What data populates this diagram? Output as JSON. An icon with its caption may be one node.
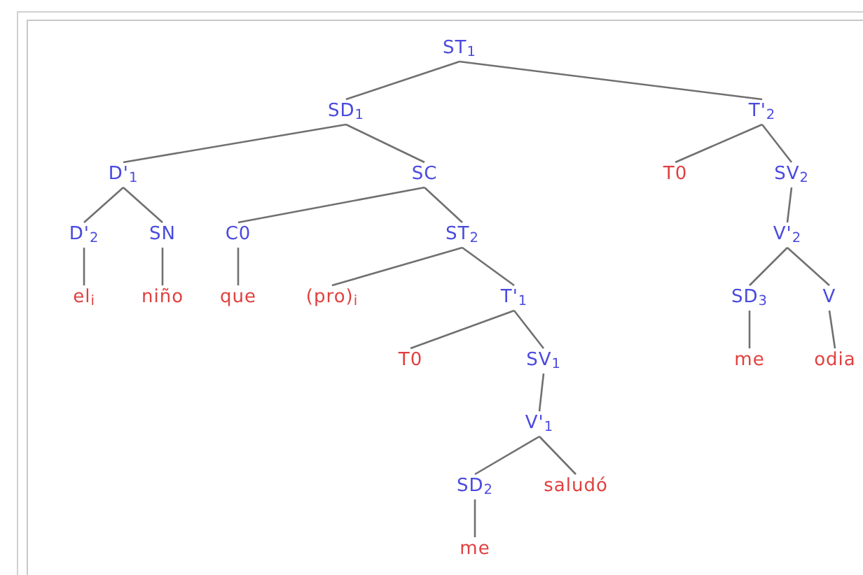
{
  "diagram": {
    "nodes": [
      {
        "text": [
          "ST$_{1}$"
        ]
      },
      {
        "text": [
          "SD$_{1}$"
        ]
      },
      {
        "text": [
          "T'$_{2}$"
        ]
      },
      {
        "text": [
          "D'$_{1}$"
        ]
      },
      {
        "text": [
          "SC"
        ]
      },
      {
        "text": [
          "T0"
        ]
      },
      {
        "text": [
          "SV$_{2}$"
        ]
      },
      {
        "text": [
          "D'$_{2}$"
        ]
      },
      {
        "text": [
          "SN"
        ]
      },
      {
        "text": [
          "C0"
        ]
      },
      {
        "text": [
          "ST$_{2}$"
        ]
      },
      {
        "text": [
          "V'$_{2}$"
        ]
      },
      {
        "text": [
          "el$_{i}$"
        ]
      },
      {
        "text": [
          "niño"
        ]
      },
      {
        "text": [
          "que"
        ]
      },
      {
        "text": [
          "(pro)$_{i}$"
        ]
      },
      {
        "text": [
          "T'$_{1}$"
        ]
      },
      {
        "text": [
          "SD$_{3}$"
        ]
      },
      {
        "text": [
          "V"
        ]
      },
      {
        "text": [
          "T0"
        ]
      },
      {
        "text": [
          "SV$_{1}$"
        ]
      },
      {
        "text": [
          "me"
        ]
      },
      {
        "text": [
          "odia"
        ]
      },
      {
        "text": [
          "V'$_{1}$"
        ]
      },
      {
        "text": [
          "SD$_{2}$"
        ]
      },
      {
        "text": [
          "saludó"
        ]
      },
      {
        "text": [
          "me"
        ]
      }
    ],
    "edges": [
      {
        "from": 0,
        "to": 1,
        "arrow": "none"
      },
      {
        "from": 0,
        "to": 2,
        "arrow": "none"
      },
      {
        "from": 1,
        "to": 3,
        "arrow": "none"
      },
      {
        "from": 1,
        "to": 4,
        "arrow": "none"
      },
      {
        "from": 2,
        "to": 5,
        "arrow": "none"
      },
      {
        "from": 2,
        "to": 6,
        "arrow": "none"
      },
      {
        "from": 3,
        "to": 7,
        "arrow": "none"
      },
      {
        "from": 3,
        "to": 8,
        "arrow": "none"
      },
      {
        "from": 4,
        "to": 9,
        "arrow": "none"
      },
      {
        "from": 4,
        "to": 10,
        "arrow": "none"
      },
      {
        "from": 6,
        "to": 11,
        "arrow": "none"
      },
      {
        "from": 7,
        "to": 12,
        "arrow": "none"
      },
      {
        "from": 8,
        "to": 13,
        "arrow": "none"
      },
      {
        "from": 9,
        "to": 14,
        "arrow": "none"
      },
      {
        "from": 10,
        "to": 15,
        "arrow": "none"
      },
      {
        "from": 10,
        "to": 16,
        "arrow": "none"
      },
      {
        "from": 11,
        "to": 17,
        "arrow": "none"
      },
      {
        "from": 11,
        "to": 18,
        "arrow": "none"
      },
      {
        "from": 16,
        "to": 19,
        "arrow": "none"
      },
      {
        "from": 16,
        "to": 20,
        "arrow": "none"
      },
      {
        "from": 17,
        "to": 21,
        "arrow": "none"
      },
      {
        "from": 18,
        "to": 22,
        "arrow": "none"
      },
      {
        "from": 20,
        "to": 23,
        "arrow": "none"
      },
      {
        "from": 23,
        "to": 24,
        "arrow": "none"
      },
      {
        "from": 23,
        "to": 25,
        "arrow": "none"
      },
      {
        "from": 24,
        "to": 26,
        "arrow": "none"
      }
    ]
  }
}
